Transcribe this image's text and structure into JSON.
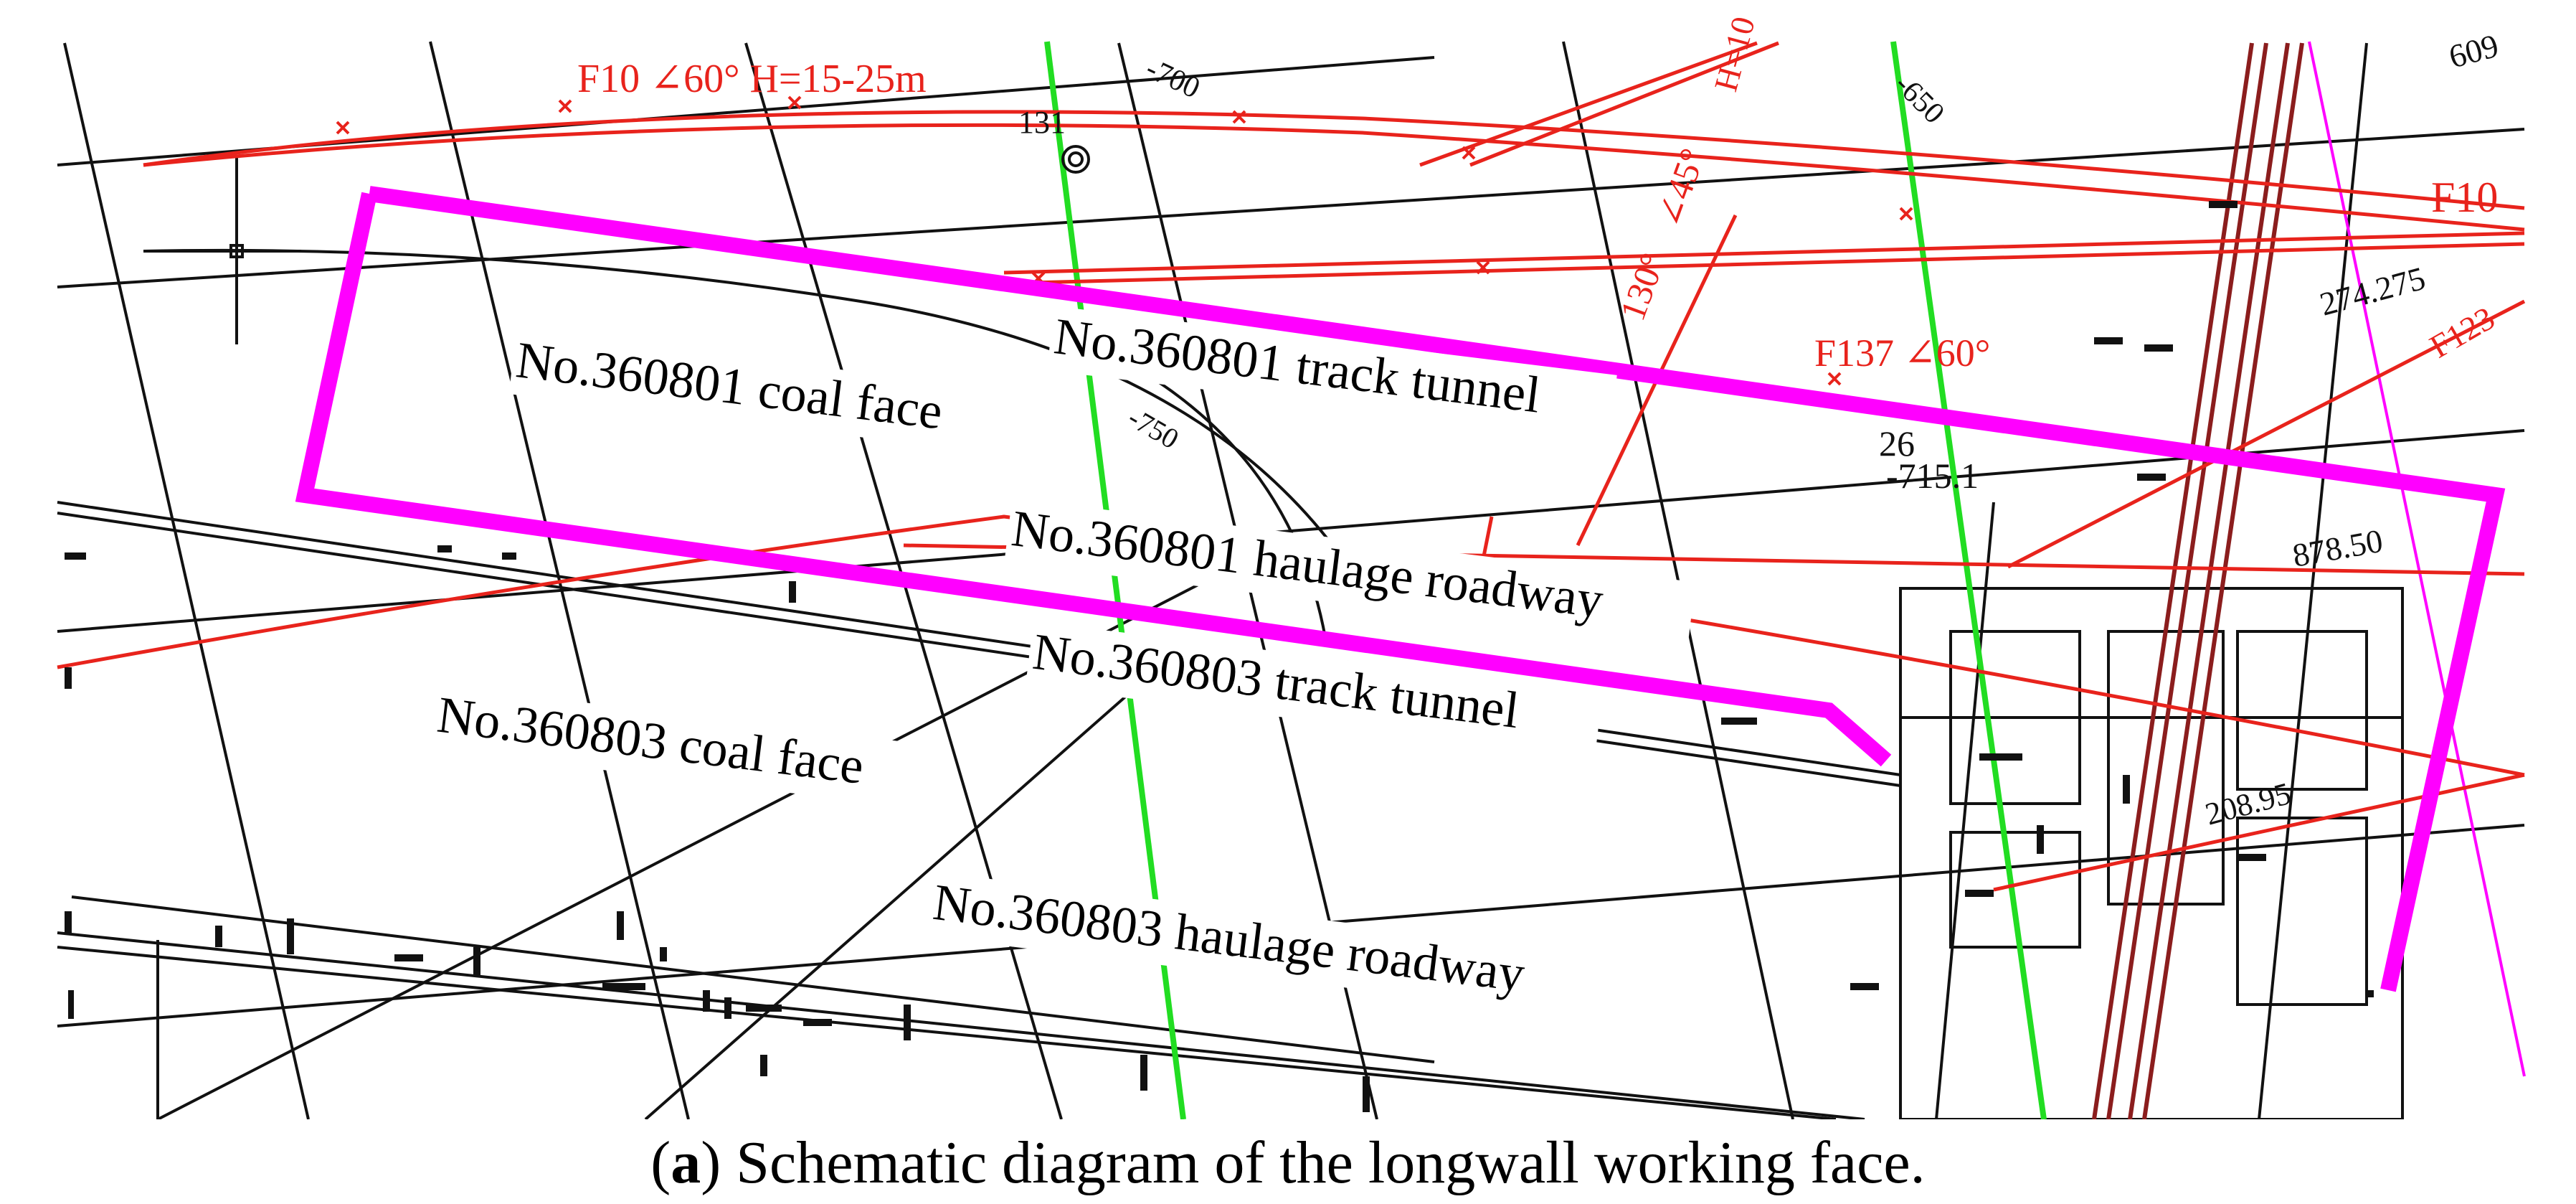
{
  "colors": {
    "boundary": "#ff00ff",
    "fault": "#e8231c",
    "contour": "#22dd22",
    "lines": "#111111",
    "background": "#ffffff"
  },
  "labels": {
    "coal_face_801": "No.360801 coal face",
    "track_tunnel_801": "No.360801 track tunnel",
    "haulage_801": "No.360801 haulage roadway",
    "track_tunnel_803": "No.360803 track tunnel",
    "coal_face_803": "No.360803 coal face",
    "haulage_803": "No.360803 haulage roadway"
  },
  "annotations": {
    "f10_left": "F10  ∠60°   H=15-25m",
    "f10_right": "F10",
    "f137": "F137  ∠60°",
    "contour_700": "-700",
    "contour_650": "-650",
    "contour_750": "-750",
    "borehole_131": "131",
    "angle_45": "∠45°",
    "angle_30": "130°",
    "elev_715": "-715.1",
    "elev_26": "26",
    "elev_274": "274.275",
    "elev_609": "609",
    "elev_878": "878.50",
    "elev_208": "208.95",
    "f123": "F123",
    "h_label": "H=10"
  },
  "caption": {
    "prefix": "(",
    "letter": "a",
    "text": ") Schematic diagram of the longwall working face."
  }
}
